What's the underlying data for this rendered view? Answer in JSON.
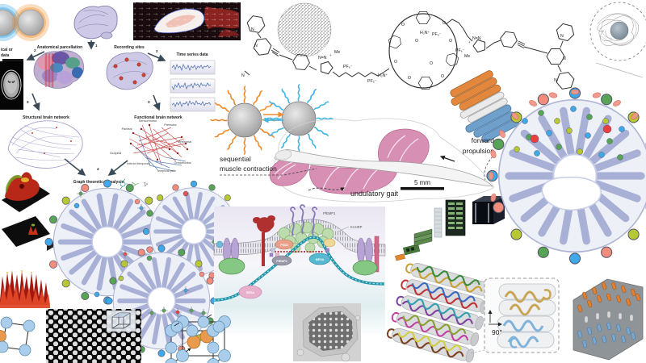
{
  "palette": {
    "brain_purple": "#cdc9e6",
    "functional_red": "#c43b3b",
    "structural_purple": "#a59ed0",
    "micelle_lavender": "#a9b0d6",
    "ligand_orange": "#f08a2a",
    "ligand_blue": "#3db5e6",
    "muscle_pink": "#d88fb4",
    "spectrin_teal": "#1f93a8",
    "knob_green": "#bcdcae",
    "rod_orange": "#e2873b",
    "rod_blue": "#6f9fcb",
    "helix_gold": "#c9a558",
    "helix_blue": "#7fb3d9",
    "sphere_blue": "#a9cdea",
    "sphere_orange": "#e89a4e"
  },
  "brain_workflow": {
    "cropped_label_line1": "ical or",
    "cropped_label_line2": "data",
    "anatomical_parcellation": "Anatomical parcellation",
    "recording_sites": "Recording sites",
    "time_series_data": "Time series data",
    "structural_brain_network": "Structural brain network",
    "functional_brain_network": "Functional brain network",
    "graph_theoretical_analysis": "Graph theoretical analysis",
    "steps": {
      "one": "1",
      "two": "2",
      "three": "3",
      "four": "4"
    },
    "regions": [
      "Sensorimotor",
      "Premotor",
      "Parietal",
      "Prefrontal",
      "Occipital",
      "Inferior temporal",
      "Orbitofrontal",
      "Temporal pole"
    ]
  },
  "chemical_structure": {
    "pf6": "PF₆⁻",
    "methyl": "Me",
    "azo": "N=N",
    "plus": "+",
    "ammonium": "H₂N⁺",
    "nitrogen": "N",
    "oxygen": "O"
  },
  "swimmer_figure": {
    "label_sequential": "sequential",
    "label_muscle_contraction": "muscle contraction",
    "label_forward": "forward",
    "label_propulsion": "propulsion",
    "label_undulatory_gait": "undulatory gait",
    "scale_bar": "5 mm"
  },
  "malaria_figure": {
    "pfemp1": "PfEMP1",
    "kahrp": "KAHRP",
    "pf332": "Pf332",
    "pfemp3": "PfEMP3",
    "mesa": "MESA",
    "resa": "RESA"
  },
  "dna_origami_figure": {
    "rotation_angle": "90°"
  }
}
